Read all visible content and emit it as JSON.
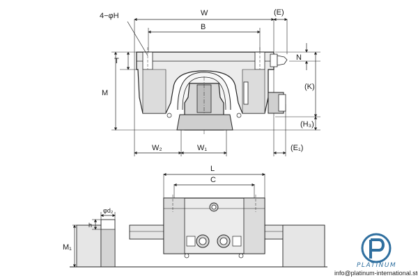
{
  "labels": {
    "holes": "4−φH",
    "W": "W",
    "B": "B",
    "E": "(E)",
    "T": "T",
    "N": "N",
    "M": "M",
    "K": "(K)",
    "H3": "(H₃)",
    "W2": "W₂",
    "W1": "W₁",
    "E1": "(E₁)",
    "L": "L",
    "C": "C",
    "d2": "φd₂",
    "h": "h",
    "M1": "M₁"
  },
  "watermark": {
    "brand": "PLATINUM",
    "url": "info@platinum-international.store"
  },
  "colors": {
    "line": "#222222",
    "fill": "#ececec",
    "shade": "#cfcfcf",
    "accent": "#2f6f9f"
  }
}
